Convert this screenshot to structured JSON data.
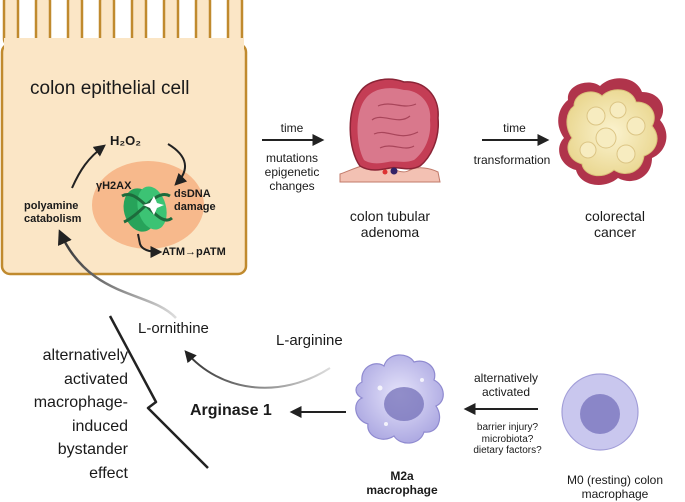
{
  "cell": {
    "title": "colon epithelial cell",
    "h2o2": "H₂O₂",
    "gamma_h2ax": "γH2AX",
    "dsdna_line1": "dsDNA",
    "dsdna_line2": "damage",
    "polyamine_line1": "polyamine",
    "polyamine_line2": "catabolism",
    "atm": "ATM→pATM"
  },
  "progression": {
    "time_1": "time",
    "mutations_line1": "mutations",
    "mutations_line2": "epigenetic",
    "mutations_line3": "changes",
    "adenoma_line1": "colon tubular",
    "adenoma_line2": "adenoma",
    "time_2": "time",
    "transformation": "transformation",
    "cancer_line1": "colorectal",
    "cancer_line2": "cancer"
  },
  "pathway": {
    "ornithine": "L-ornithine",
    "arginine": "L-arginine",
    "arginase": "Arginase 1",
    "activated_line1": "alternatively",
    "activated_line2": "activated",
    "factors_line1": "barrier injury?",
    "factors_line2": "microbiota?",
    "factors_line3": "dietary factors?",
    "m2a_line1": "M2a",
    "m2a_line2": "macrophage",
    "m0_line1": "M0 (resting) colon",
    "m0_line2": "macrophage"
  },
  "bystander": {
    "line1": "alternatively",
    "line2": "activated",
    "line3": "macrophage-",
    "line4": "induced",
    "line5": "bystander",
    "line6": "effect"
  },
  "colors": {
    "cell_fill": "#fbe6c6",
    "cell_border": "#c08a2e",
    "nucleus": "#f7b98c",
    "dna": "#27a35a",
    "adenoma": "#c43d55",
    "cancer": "#f2e3a8",
    "macrophage": "#c9c7ee",
    "arrow": "#222222"
  }
}
